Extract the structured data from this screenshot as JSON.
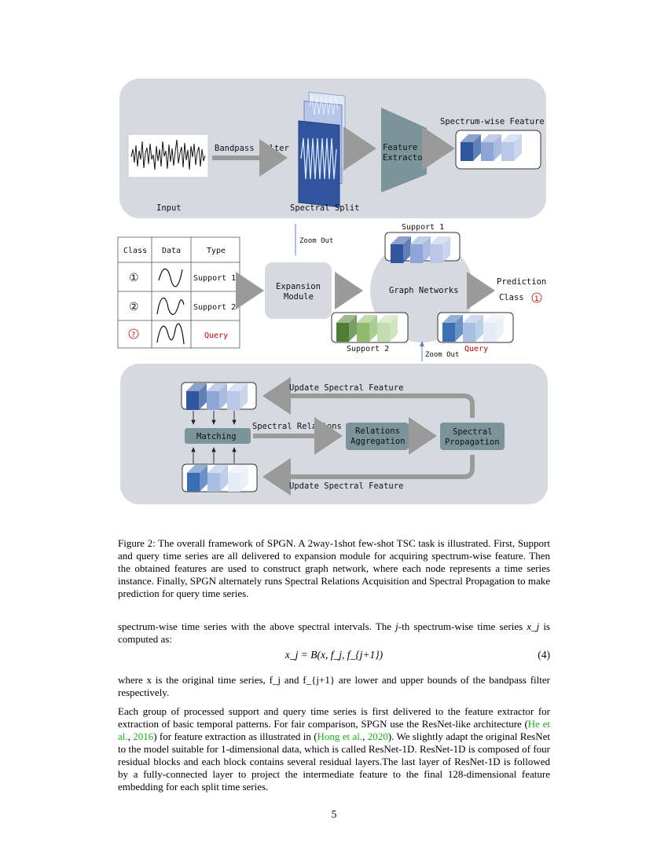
{
  "figure": {
    "top_panel": {
      "input_label": "Input",
      "bandpass_label": "Bandpass Filter",
      "spectral_split_label": "Spectral Split",
      "extractor_label_1": "Feature",
      "extractor_label_2": "Extractor",
      "spectrum_feature_label": "Spectrum-wise Feature"
    },
    "middle": {
      "zoom_out_label": "Zoom Out",
      "table": {
        "headers": [
          "Class",
          "Data",
          "Type"
        ],
        "rows": [
          {
            "class": "①",
            "type": "Support 1"
          },
          {
            "class": "②",
            "type": "Support 2"
          },
          {
            "class": "?",
            "type": "Query"
          }
        ]
      },
      "expansion_label_1": "Expansion",
      "expansion_label_2": "Module",
      "graph_label": "Graph Networks",
      "support1_label": "Support 1",
      "support2_label": "Support 2",
      "query_label": "Query",
      "prediction_label": "Prediction",
      "class_label": "Class",
      "class_value": "1",
      "zoom_out_label_2": "Zoom Out"
    },
    "bottom_panel": {
      "update_top": "Update Spectral Feature",
      "update_bottom": "Update Spectral Feature",
      "matching": "Matching",
      "spectral_relations": "Spectral Relations",
      "relations_1": "Relations",
      "relations_2": "Aggregation",
      "propagation_1": "Spectral",
      "propagation_2": "Propagation"
    },
    "colors": {
      "panel_bg": "#d6d9e0",
      "dark_blue": "#2f569e",
      "mid_blue": "#8ea5d8",
      "light_blue": "#b9c8e8",
      "green_dark": "#4f7d35",
      "green_mid": "#8fbb6f",
      "green_light": "#c3dcae",
      "teal_box": "#7b949a",
      "query_red": "#c00000"
    }
  },
  "caption": "Figure 2: The overall framework of SPGN. A 2way-1shot few-shot TSC task is illustrated. First, Support and query time series are all delivered to expansion module for acquiring spectrum-wise feature. Then the obtained features are used to construct graph network, where each node represents a time series instance. Finally, SPGN alternately runs Spectral Relations Acquisition and Spectral Propagation to make prediction for query time series.",
  "para1_a": "spectrum-wise time series with the above spectral intervals. The ",
  "para1_j": "j",
  "para1_b": "-th spectrum-wise time series ",
  "para1_xj": "x_j",
  "para1_c": " is computed as:",
  "equation": "x_j = B(x, f_j, f_{j+1})",
  "equation_number": "(4)",
  "para2": "where x is the original time series, f_j and f_{j+1} are lower and upper bounds of the bandpass filter respectively.",
  "para3_a": "Each group of processed support and query time series is first delivered to the feature extractor for extraction of basic temporal patterns. For fair comparison, SPGN use the ResNet-like architecture (",
  "cite1_a": "He et al.",
  "cite1_sep": ", ",
  "cite1_b": "2016",
  "para3_b": ") for feature extraction as illustrated in (",
  "cite2_a": "Hong et al.",
  "cite2_sep": ", ",
  "cite2_b": "2020",
  "para3_c": "). We slightly adapt the original ResNet to the model suitable for 1-dimensional data, which is called ResNet-1D. ResNet-1D is composed of four residual blocks and each block contains several residual layers.The last layer of ResNet-1D is followed by a fully-connected layer to project the intermediate feature to the final 128-dimensional feature embedding for each split time series.",
  "page_number": "5"
}
